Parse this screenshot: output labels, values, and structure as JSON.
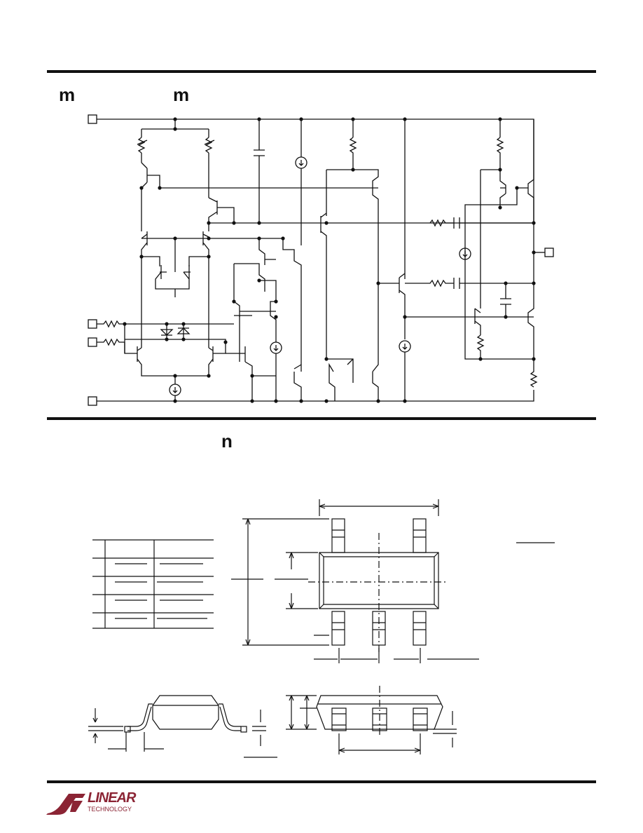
{
  "header": {
    "glyph_left": "m",
    "glyph_right": "m"
  },
  "section2": {
    "glyph": "n"
  },
  "footer": {
    "logo_word": "LINEAR",
    "logo_sub": "TECHNOLOGY",
    "logo_color": "#8b2434"
  }
}
